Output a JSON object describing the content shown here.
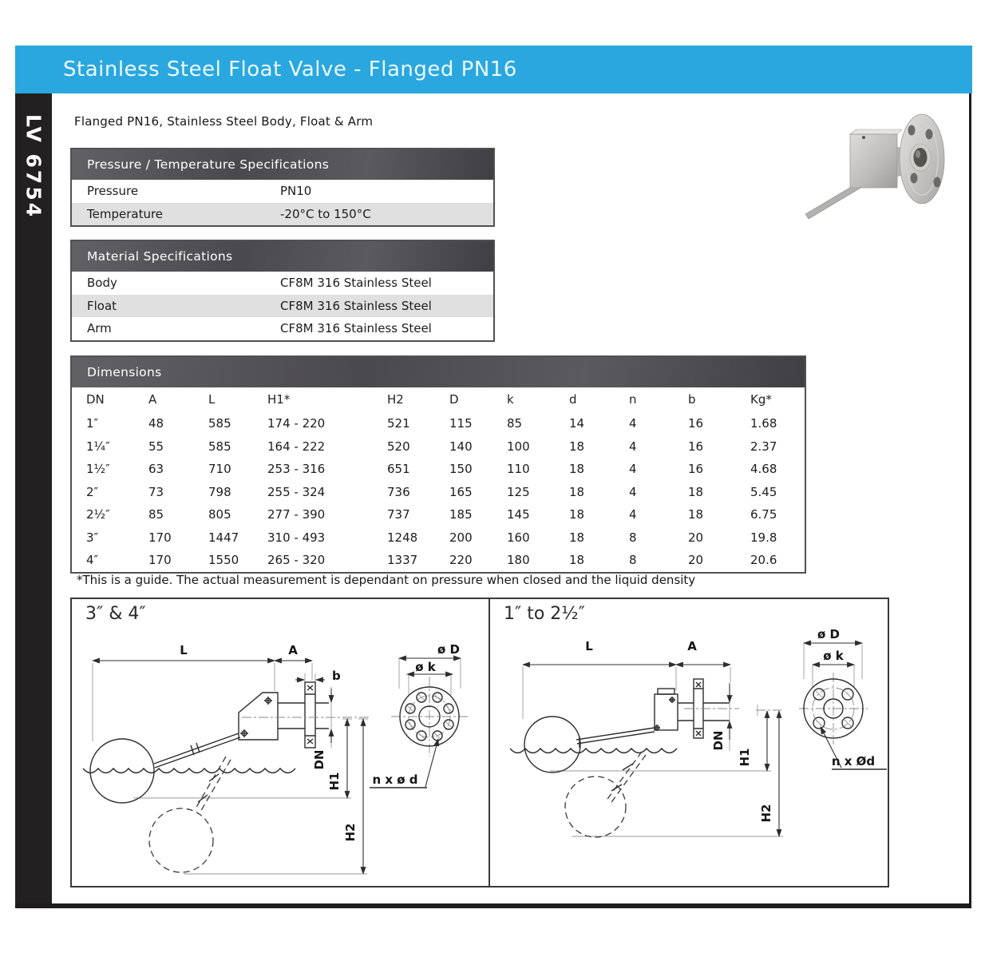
{
  "page": {
    "code": "LV 6754",
    "title": "Stainless Steel Float Valve - Flanged PN16",
    "subtitle": "Flanged PN16, Stainless Steel Body, Float & Arm"
  },
  "colors": {
    "accent": "#2AA7DF",
    "panel_dark": "#504F53",
    "row_alt": "#E0E0E0",
    "frame": "#232021"
  },
  "spec_tables": {
    "pressure": {
      "title": "Pressure / Temperature Specifications",
      "rows": [
        {
          "label": "Pressure",
          "value": "PN10"
        },
        {
          "label": "Temperature",
          "value": "-20°C to 150°C"
        }
      ]
    },
    "material": {
      "title": "Material Specifications",
      "rows": [
        {
          "label": "Body",
          "value": "CF8M 316 Stainless Steel"
        },
        {
          "label": "Float",
          "value": "CF8M 316 Stainless Steel"
        },
        {
          "label": "Arm",
          "value": "CF8M 316 Stainless Steel"
        }
      ]
    }
  },
  "dimensions": {
    "title": "Dimensions",
    "columns": [
      "DN",
      "A",
      "L",
      "H1*",
      "H2",
      "D",
      "k",
      "d",
      "n",
      "b",
      "Kg*"
    ],
    "rows": [
      [
        "1″",
        "48",
        "585",
        "174 - 220",
        "521",
        "115",
        "85",
        "14",
        "4",
        "16",
        "1.68"
      ],
      [
        "1¼″",
        "55",
        "585",
        "164 - 222",
        "520",
        "140",
        "100",
        "18",
        "4",
        "16",
        "2.37"
      ],
      [
        "1½″",
        "63",
        "710",
        "253 - 316",
        "651",
        "150",
        "110",
        "18",
        "4",
        "16",
        "4.68"
      ],
      [
        "2″",
        "73",
        "798",
        "255 - 324",
        "736",
        "165",
        "125",
        "18",
        "4",
        "18",
        "5.45"
      ],
      [
        "2½″",
        "85",
        "805",
        "277 - 390",
        "737",
        "185",
        "145",
        "18",
        "4",
        "18",
        "6.75"
      ],
      [
        "3″",
        "170",
        "1447",
        "310 - 493",
        "1248",
        "200",
        "160",
        "18",
        "8",
        "20",
        "19.8"
      ],
      [
        "4″",
        "170",
        "1550",
        "265 - 320",
        "1337",
        "220",
        "180",
        "18",
        "8",
        "20",
        "20.6"
      ]
    ],
    "footnote": "*This is a guide. The actual measurement is dependant on pressure when closed and the liquid density"
  },
  "drawings": {
    "left": {
      "title": "3″ & 4″",
      "labels": {
        "L": "L",
        "A": "A",
        "b": "b",
        "dD": "ø D",
        "dk": "ø k",
        "DN": "DN",
        "H1": "H1",
        "H2": "H2",
        "nxd": "n x ø d"
      }
    },
    "right": {
      "title": "1″ to 2½″",
      "labels": {
        "L": "L",
        "A": "A",
        "dD": "ø D",
        "dk": "ø k",
        "DN": "DN",
        "H1": "H1",
        "H2": "H2",
        "nxd": "n x Ød"
      }
    }
  }
}
